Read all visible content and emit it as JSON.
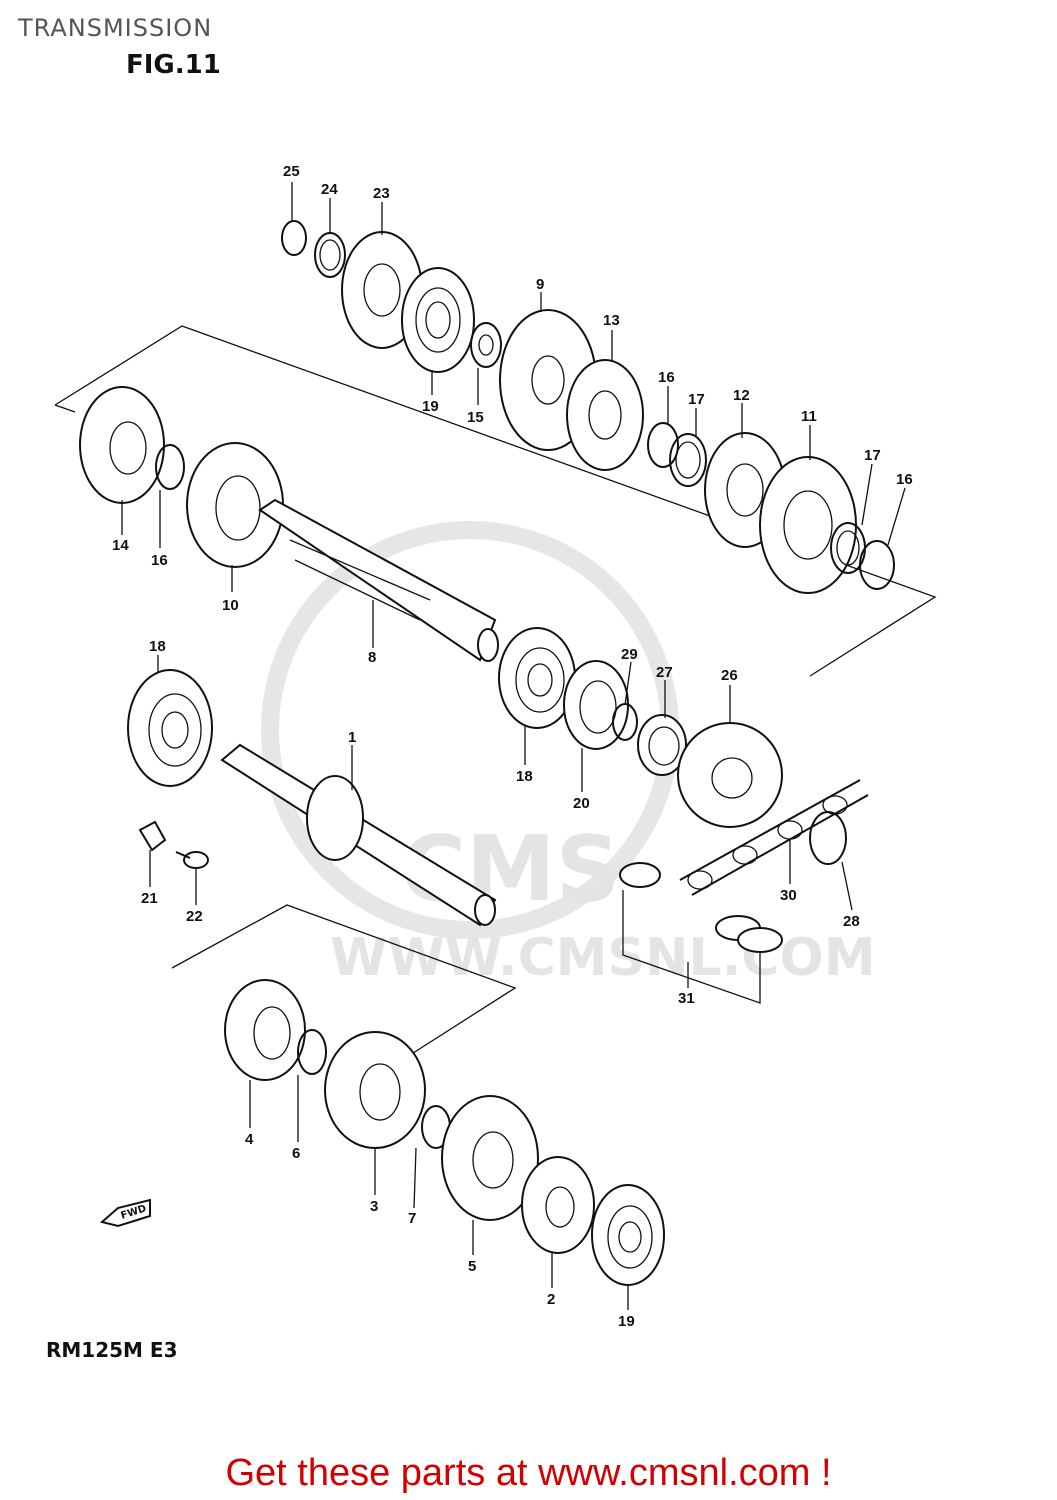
{
  "header": {
    "title": "TRANSMISSION",
    "figure": "FIG.11"
  },
  "model": "RM125M E3",
  "watermark": {
    "brand": "CMS",
    "url": "WWW.CMSNL.COM"
  },
  "fwd_badge": "FWD",
  "footer": {
    "text": "Get these parts at www.cmsnl.com !",
    "color": "#d40000"
  },
  "parts": {
    "p1": "1",
    "p2": "2",
    "p3": "3",
    "p4": "4",
    "p5": "5",
    "p6": "6",
    "p7": "7",
    "p8": "8",
    "p9": "9",
    "p10": "10",
    "p11": "11",
    "p12": "12",
    "p13": "13",
    "p14": "14",
    "p15": "15",
    "p16a": "16",
    "p16b": "16",
    "p16c": "16",
    "p17a": "17",
    "p17b": "17",
    "p18a": "18",
    "p18b": "18",
    "p19a": "19",
    "p19b": "19",
    "p20": "20",
    "p21": "21",
    "p22": "22",
    "p23": "23",
    "p24": "24",
    "p25": "25",
    "p26": "26",
    "p27": "27",
    "p28": "28",
    "p29": "29",
    "p30": "30",
    "p31": "31"
  }
}
